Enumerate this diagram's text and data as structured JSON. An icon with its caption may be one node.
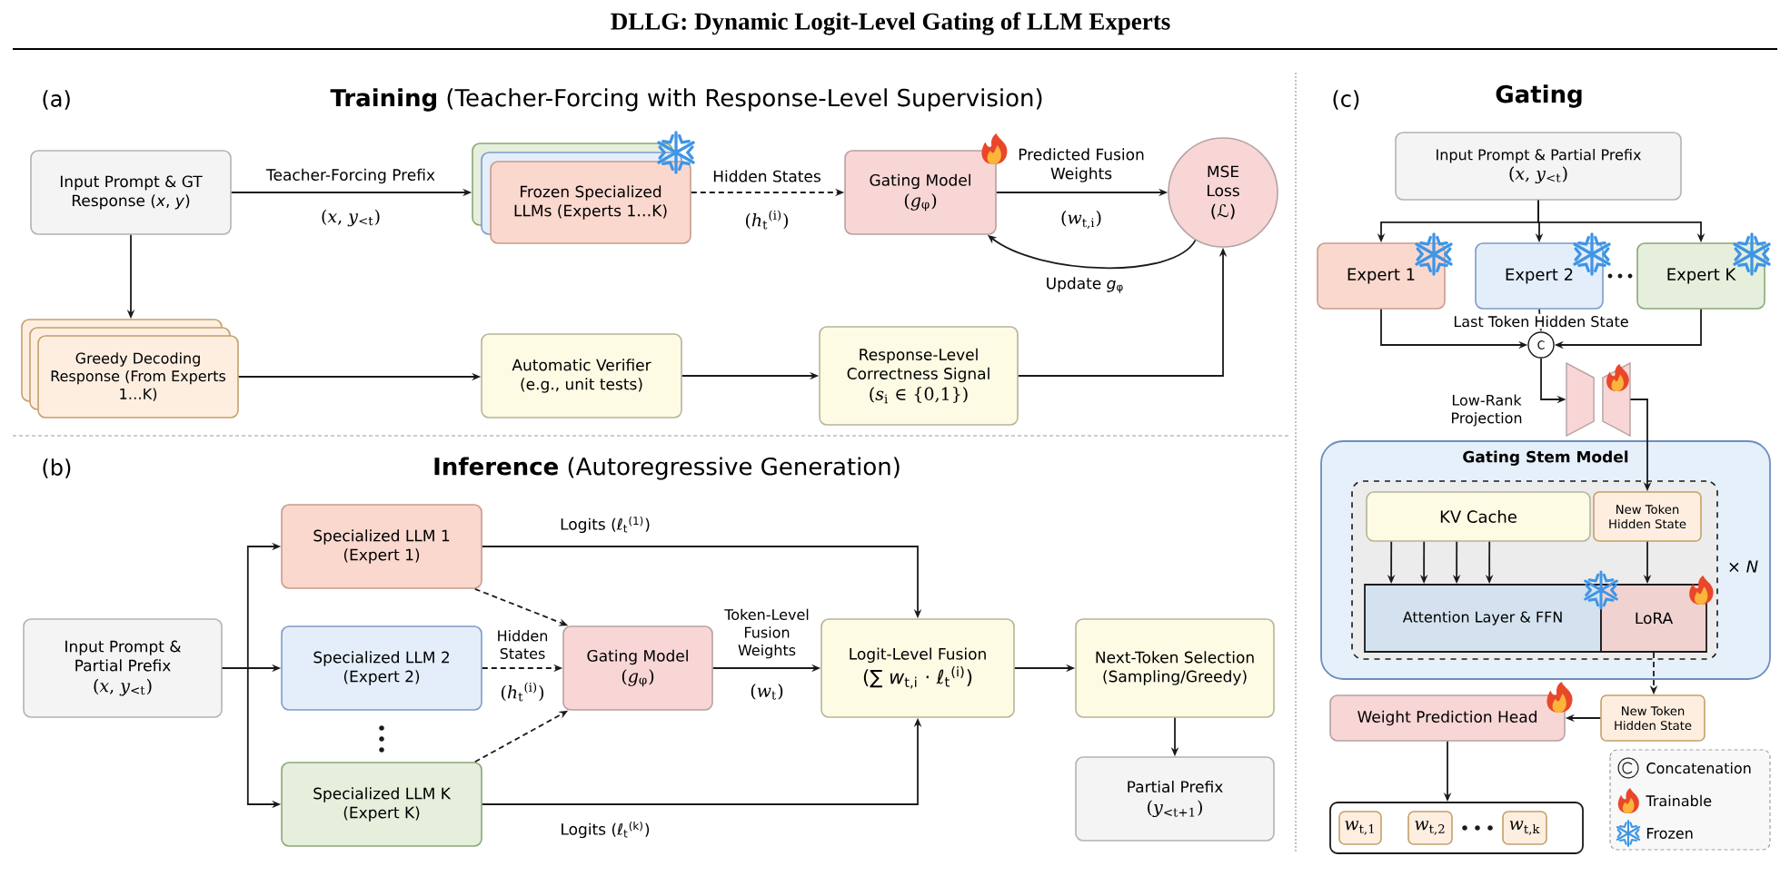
{
  "diagram": {
    "title": "DLLG: Dynamic Logit-Level Gating of LLM Experts",
    "nodes": [
      {
        "text": [
          "Input Prompt & GT Response (*x*, *y*)"
        ]
      },
      {
        "text": [
          "Frozen Specialized LLMs (Experts 1…K)"
        ]
      },
      {
        "text": [
          "Gating Model",
          "(*g*$_{φ}$)"
        ]
      },
      {
        "text": [
          "MSE Loss",
          "(ℒ)"
        ]
      },
      {
        "text": [
          "Greedy Decoding Response (From Experts 1…K)"
        ]
      },
      {
        "text": [
          "Automatic Verifier (e.g., unit tests)"
        ]
      },
      {
        "text": [
          "Response-Level Correctness Signal",
          "(*s*$_{i}$ ∈ {0,1})"
        ]
      },
      {
        "text": [
          "Input Prompt & Partial Prefix",
          "(*x*, *y*$_{<t}$)"
        ]
      },
      {
        "text": [
          "Specialized LLM 1 (Expert 1)"
        ]
      },
      {
        "text": [
          "Specialized LLM 2 (Expert 2)"
        ]
      },
      {
        "text": [
          "Specialized LLM K (Expert K)"
        ]
      },
      {
        "text": [
          "Gating Model",
          "(*g*$_{φ}$)"
        ]
      },
      {
        "text": [
          "Logit-Level Fusion",
          "(∑ *w*$_{t,i}$ · ℓ$_{t}$$^{(i)}$)"
        ]
      },
      {
        "text": [
          "Next-Token Selection (Sampling/Greedy)"
        ]
      },
      {
        "text": [
          "Partial Prefix",
          "(*y*$_{<t+1}$)"
        ]
      },
      {
        "text": [
          "Input Prompt & Partial Prefix",
          "(*x*, *y*$_{<t}$)"
        ]
      },
      {
        "text": [
          "Expert 1"
        ]
      },
      {
        "text": [
          "Expert 2"
        ]
      },
      {
        "text": [
          "Expert K"
        ]
      },
      {
        "text": [
          "C"
        ]
      },
      {
        "text": [],
        "shape": "trapezoid",
        "beside": [
          "Low-Rank Projection"
        ]
      },
      {
        "text": [
          "Gating Stem Model"
        ]
      },
      {
        "text": [],
        "shape": "box",
        "in": 21,
        "beside": [
          "× *N*"
        ]
      },
      {
        "text": [
          "KV Cache"
        ],
        "in": 22
      },
      {
        "text": [
          "New Token Hidden State"
        ],
        "in": 22
      },
      {
        "text": [
          "Attention Layer & FFN"
        ],
        "in": 22
      },
      {
        "text": [
          "LoRA"
        ],
        "in": 22
      },
      {
        "text": [
          "Weight Prediction Head"
        ]
      },
      {
        "text": [
          "New Token Hidden State"
        ]
      },
      {
        "text": [],
        "shape": "box"
      },
      {
        "text": [
          "*w*$_{t,1}$"
        ],
        "in": 29
      },
      {
        "text": [
          "*w*$_{t,2}$"
        ],
        "in": 29
      },
      {
        "text": [
          "*w*$_{t,k}$"
        ],
        "in": 29
      }
    ],
    "edges": [
      {
        "from": 0,
        "to": 1,
        "arrow": "to",
        "label": "Teacher-Forcing Prefix"
      },
      {
        "from": 1,
        "to": 2,
        "arrow": "to",
        "label": "Hidden States",
        "style": "dashed"
      },
      {
        "from": 2,
        "to": 3,
        "arrow": "to",
        "label": "Predicted Fusion Weights"
      },
      {
        "from": 3,
        "to": 2,
        "arrow": "to",
        "label": "Update *g*$_{φ}$"
      },
      {
        "from": 0,
        "to": 4,
        "arrow": "to"
      },
      {
        "from": 4,
        "to": 5,
        "arrow": "to"
      },
      {
        "from": 5,
        "to": 6,
        "arrow": "to"
      },
      {
        "from": 6,
        "to": 3,
        "arrow": "to"
      },
      {
        "from": 7,
        "to": 8,
        "arrow": "to"
      },
      {
        "from": 7,
        "to": 9,
        "arrow": "to"
      },
      {
        "from": 7,
        "to": 10,
        "arrow": "to"
      },
      {
        "from": 8,
        "to": 11,
        "arrow": "to",
        "style": "dashed"
      },
      {
        "from": 9,
        "to": 11,
        "arrow": "to",
        "label": "Hidden States",
        "style": "dashed"
      },
      {
        "from": 10,
        "to": 11,
        "arrow": "to",
        "style": "dashed"
      },
      {
        "from": 8,
        "to": 12,
        "arrow": "to",
        "label": "Logits (ℓ$_{t}$$^{(1)}$)"
      },
      {
        "from": 10,
        "to": 12,
        "arrow": "to",
        "label": "Logits (ℓ$_{t}$$^{(k)}$)"
      },
      {
        "from": 11,
        "to": 12,
        "arrow": "to",
        "label": "Token-Level Fusion Weights"
      },
      {
        "from": 12,
        "to": 13,
        "arrow": "to"
      },
      {
        "from": 13,
        "to": 14,
        "arrow": "to"
      },
      {
        "from": 15,
        "to": 16,
        "arrow": "to"
      },
      {
        "from": 15,
        "to": 17,
        "arrow": "to"
      },
      {
        "from": 15,
        "to": 18,
        "arrow": "to"
      },
      {
        "from": 16,
        "to": 19,
        "arrow": "to"
      },
      {
        "from": 17,
        "to": 19,
        "arrow": "to",
        "label": "Last Token Hidden State"
      },
      {
        "from": 18,
        "to": 19,
        "arrow": "to"
      },
      {
        "from": 19,
        "to": 20,
        "arrow": "to"
      },
      {
        "from": 20,
        "to": 24,
        "arrow": "to"
      },
      {
        "from": 23,
        "to": 25,
        "arrow": "to"
      },
      {
        "from": 23,
        "to": 25,
        "arrow": "to"
      },
      {
        "from": 23,
        "to": 25,
        "arrow": "to"
      },
      {
        "from": 23,
        "to": 25,
        "arrow": "to"
      },
      {
        "from": 24,
        "to": 26,
        "arrow": "to"
      },
      {
        "from": 26,
        "to": 28,
        "arrow": "to",
        "style": "dashed"
      },
      {
        "from": 28,
        "to": 27,
        "arrow": "to"
      },
      {
        "from": 27,
        "to": 29,
        "arrow": "to"
      }
    ],
    "labels": [
      "(a)",
      "**Training** (Teacher-Forcing with Response-Level Supervision)",
      "(*x*, *y*$_{<t}$)",
      "(*h*$_{t}$$^{(i)}$)",
      "(*w*$_{t,i}$)",
      "(b)",
      "**Inference** (Autoregressive Generation)",
      "(*h*$_{t}$$^{(i)}$)",
      "(*w*$_{t}$)",
      "(c)",
      "Gating"
    ],
    "legend": [
      {
        "text": "Concatenation"
      },
      {
        "text": "Trainable"
      },
      {
        "text": "Frozen"
      }
    ]
  }
}
